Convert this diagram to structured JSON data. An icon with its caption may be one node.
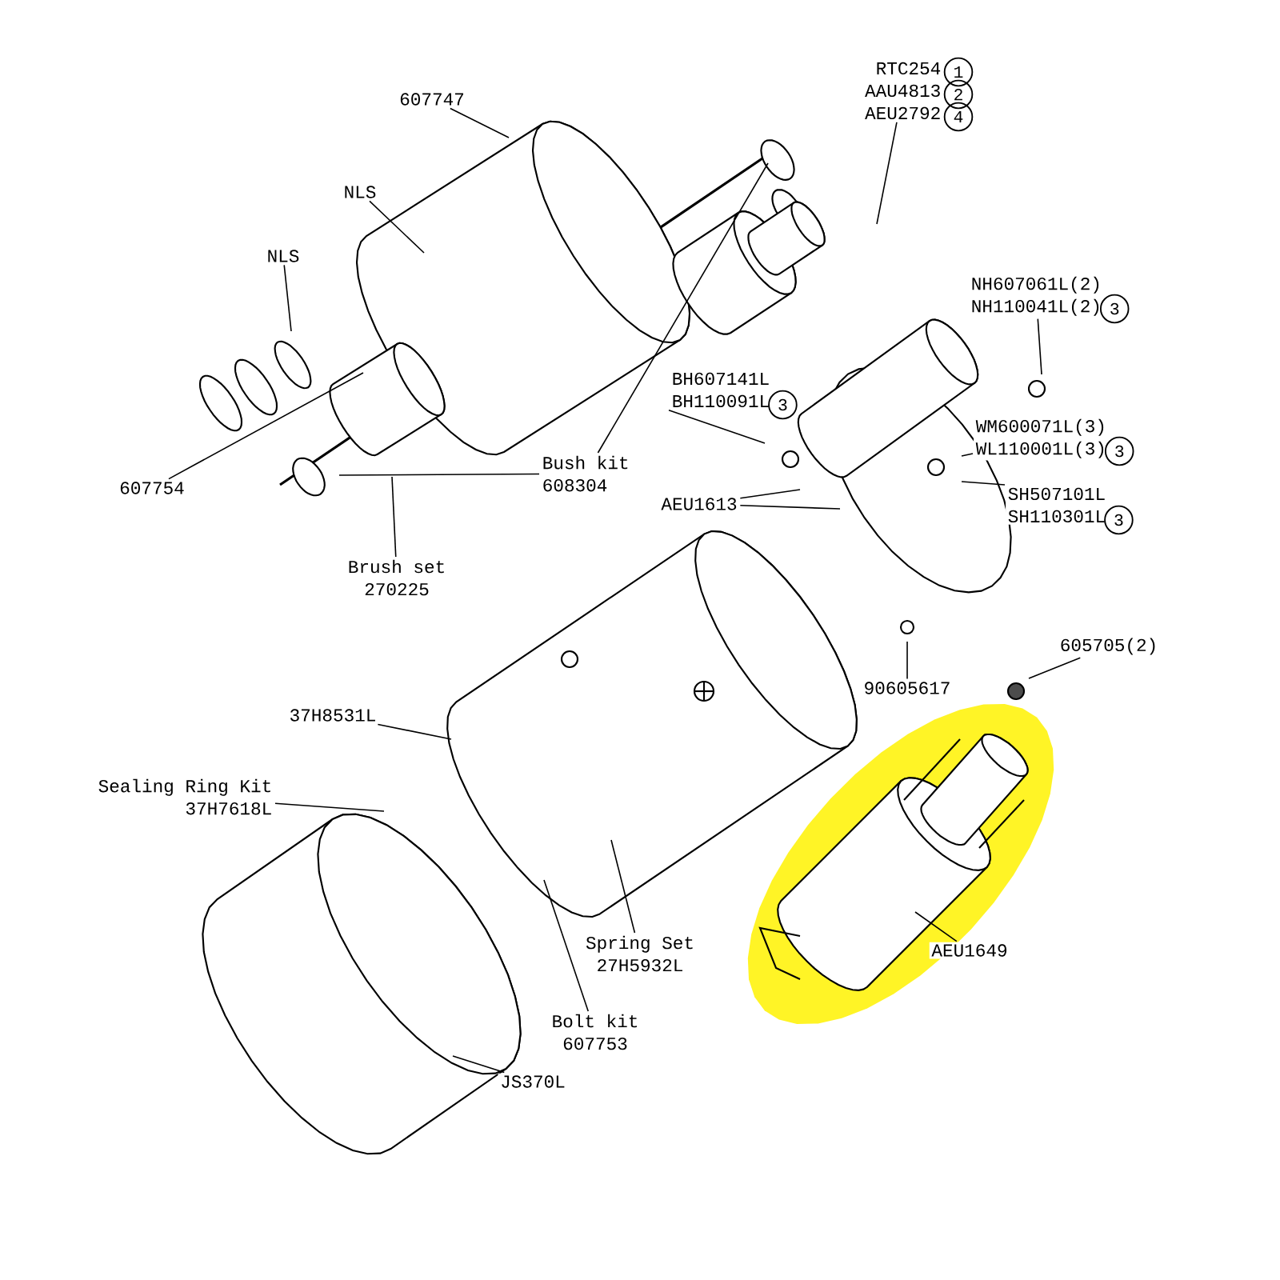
{
  "diagram": {
    "nodes": [
      {
        "text": [
          "607747"
        ]
      },
      {
        "text": [
          "NLS"
        ]
      },
      {
        "text": [
          "NLS"
        ]
      },
      {
        "text": [
          "607754"
        ]
      },
      {
        "text": [
          "Bush kit",
          "608304"
        ]
      },
      {
        "text": [
          "Brush set",
          "270225"
        ]
      },
      {
        "text": [
          "RTC254",
          "AAU4813",
          "AEU2792"
        ],
        "beside": [
          "1",
          "2",
          "4"
        ]
      },
      {
        "text": [
          "BH607141L",
          "BH110091L"
        ],
        "beside": [
          "3"
        ]
      },
      {
        "text": [
          "NH607061L(2)",
          "NH110041L(2)"
        ],
        "beside": [
          "3"
        ]
      },
      {
        "text": [
          "WM600071L(3)",
          "WL110001L(3)"
        ],
        "beside": [
          "3"
        ]
      },
      {
        "text": [
          "SH507101L",
          "SH110301L"
        ],
        "beside": [
          "3"
        ]
      },
      {
        "text": [
          "AEU1613"
        ]
      },
      {
        "text": [
          "90605617"
        ]
      },
      {
        "text": [
          "605705(2)"
        ]
      },
      {
        "text": [
          "37H8531L"
        ]
      },
      {
        "text": [
          "Sealing Ring Kit",
          "37H7618L"
        ]
      },
      {
        "text": [
          "Spring Set",
          "27H5932L"
        ]
      },
      {
        "text": [
          "Bolt kit",
          "607753"
        ]
      },
      {
        "text": [
          "JS370L"
        ]
      },
      {
        "text": [
          "AEU1649"
        ]
      }
    ],
    "edges": [
      {
        "from": 0,
        "to": null,
        "arrow": "none"
      },
      {
        "from": 1,
        "to": null,
        "arrow": "none"
      },
      {
        "from": 2,
        "to": null,
        "arrow": "none"
      },
      {
        "from": 3,
        "to": null,
        "arrow": "none"
      },
      {
        "from": 4,
        "to": null,
        "arrow": "none"
      },
      {
        "from": 4,
        "to": null,
        "arrow": "none"
      },
      {
        "from": 5,
        "to": null,
        "arrow": "none"
      },
      {
        "from": 6,
        "to": null,
        "arrow": "none"
      },
      {
        "from": 7,
        "to": null,
        "arrow": "none"
      },
      {
        "from": 8,
        "to": null,
        "arrow": "none"
      },
      {
        "from": 9,
        "to": null,
        "arrow": "none"
      },
      {
        "from": 10,
        "to": null,
        "arrow": "none"
      },
      {
        "from": 11,
        "to": null,
        "arrow": "none"
      },
      {
        "from": 11,
        "to": null,
        "arrow": "none"
      },
      {
        "from": 12,
        "to": null,
        "arrow": "none"
      },
      {
        "from": 13,
        "to": null,
        "arrow": "none"
      },
      {
        "from": 14,
        "to": null,
        "arrow": "none"
      },
      {
        "from": 15,
        "to": null,
        "arrow": "none"
      },
      {
        "from": 16,
        "to": null,
        "arrow": "none"
      },
      {
        "from": 17,
        "to": null,
        "arrow": "none"
      },
      {
        "from": 18,
        "to": null,
        "arrow": "none"
      },
      {
        "from": 19,
        "to": null,
        "arrow": "none"
      }
    ]
  }
}
